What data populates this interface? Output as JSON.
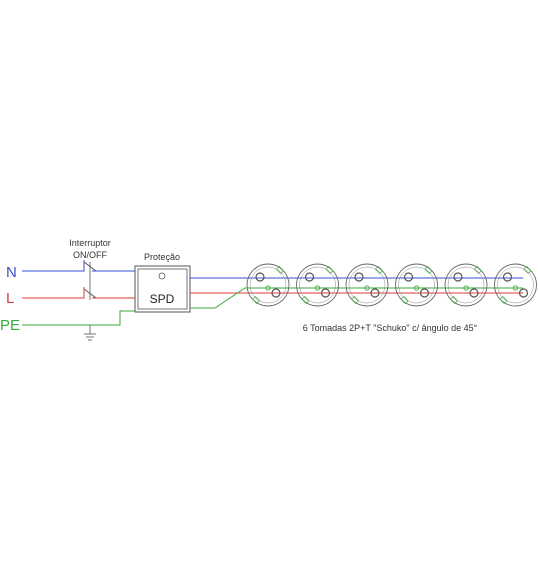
{
  "labels": {
    "switch_line1": "Interruptor",
    "switch_line2": "ON/OFF",
    "protection": "Proteção",
    "spd": "SPD",
    "sockets_caption": "6 Tomadas 2P+T \"Schuko\" c/ ângulo de 45°"
  },
  "wires": [
    {
      "name": "N",
      "color": "#3a4fd0"
    },
    {
      "name": "L",
      "color": "#e03a3a"
    },
    {
      "name": "PE",
      "color": "#3aa83a"
    }
  ],
  "socket_count": 6,
  "colors": {
    "outline": "#555555",
    "background": "#ffffff"
  }
}
